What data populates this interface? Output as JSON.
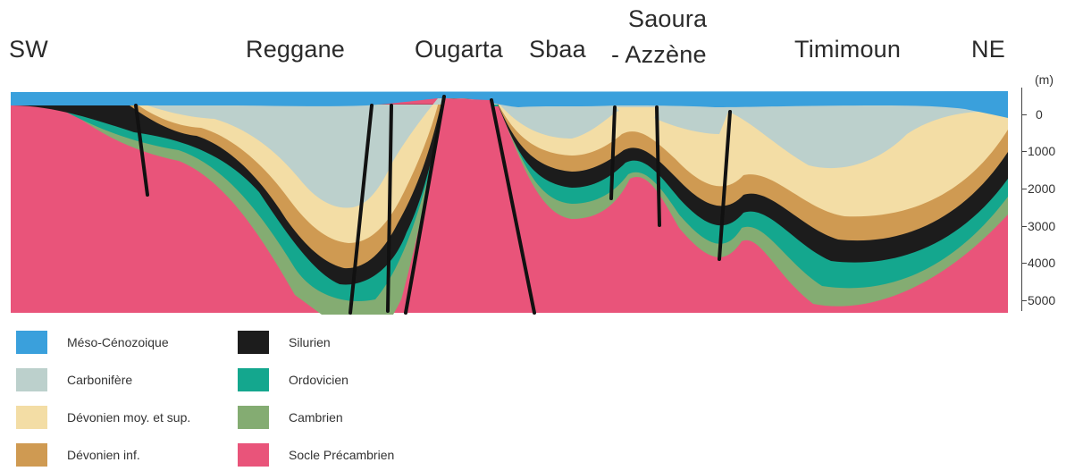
{
  "regions": {
    "sw": "SW",
    "reggane": "Reggane",
    "ougarta": "Ougarta",
    "sbaa": "Sbaa",
    "saoura_line1": "Saoura",
    "saoura_line2": "- Azzène",
    "timimoun": "Timimoun",
    "ne": "NE"
  },
  "depth_axis": {
    "unit": "(m)",
    "ticks": [
      "0",
      "1000",
      "2000",
      "3000",
      "4000",
      "5000"
    ]
  },
  "colors": {
    "meso_cenozoique": "#3aa0dc",
    "carbonifere": "#bcd0cc",
    "devonien_moy_sup": "#f3dda5",
    "devonien_inf": "#cf9a52",
    "silurien": "#1c1c1c",
    "ordovicien": "#14a78e",
    "cambrien": "#84ac72",
    "socle_precambrien": "#e9547a"
  },
  "legend": [
    {
      "label": "Méso-Cénozoique",
      "color": "#3aa0dc"
    },
    {
      "label": "Carbonifère",
      "color": "#bcd0cc"
    },
    {
      "label": "Dévonien moy. et sup.",
      "color": "#f3dda5"
    },
    {
      "label": "Dévonien inf.",
      "color": "#cf9a52"
    },
    {
      "label": "Silurien",
      "color": "#1c1c1c"
    },
    {
      "label": "Ordovicien",
      "color": "#14a78e"
    },
    {
      "label": "Cambrien",
      "color": "#84ac72"
    },
    {
      "label": "Socle Précambrien",
      "color": "#e9547a"
    }
  ]
}
